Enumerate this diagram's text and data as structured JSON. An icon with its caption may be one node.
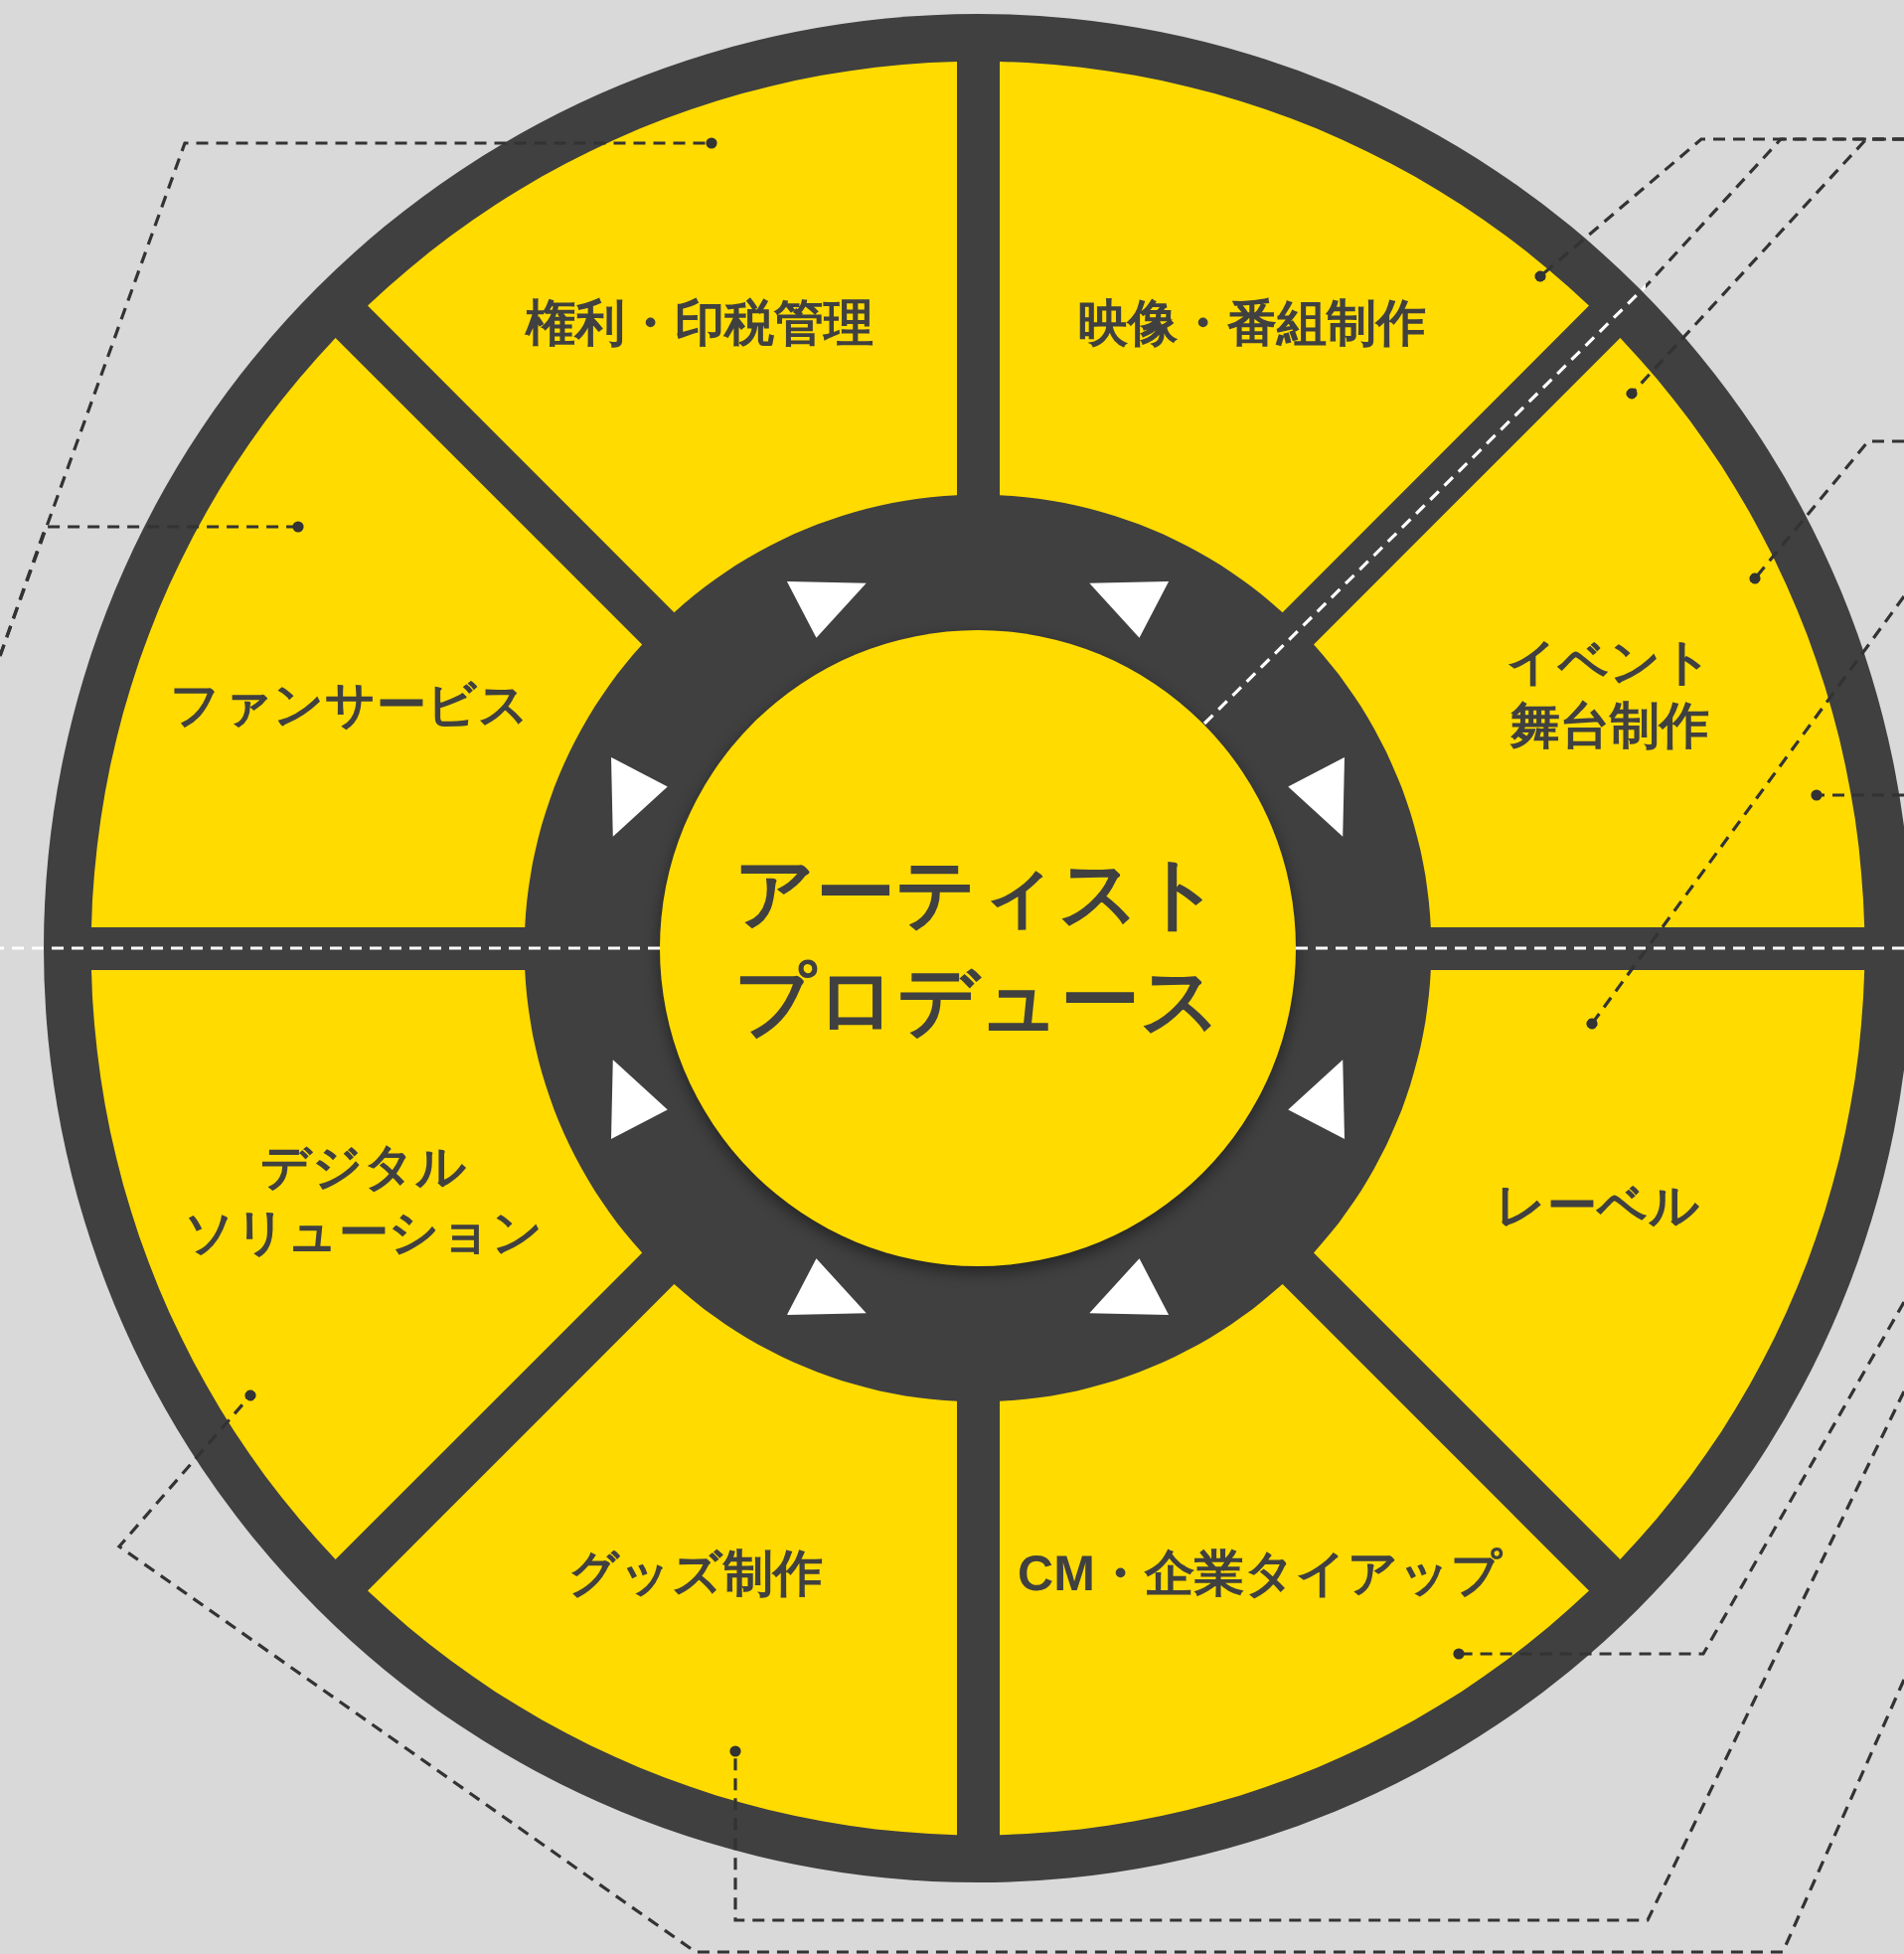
{
  "diagram": {
    "nodes": [
      {
        "text": [
          "アーティストプロデュース"
        ]
      },
      {
        "text": [
          "権利・印税管理"
        ]
      },
      {
        "text": [
          "映像・番組制作"
        ]
      },
      {
        "text": [
          "イベント舞台制作"
        ]
      },
      {
        "text": [
          "レーベル"
        ]
      },
      {
        "text": [
          "CM・企業タイアップ"
        ]
      },
      {
        "text": [
          "グッズ制作"
        ]
      },
      {
        "text": [
          "デジタルソリューション"
        ]
      },
      {
        "text": [
          "ファンサービス"
        ]
      }
    ],
    "edges": [
      {
        "from": null,
        "to": 1,
        "arrow": "other",
        "style": "dashed"
      },
      {
        "from": null,
        "to": 8,
        "arrow": "other",
        "style": "dashed"
      },
      {
        "from": null,
        "to": 2,
        "arrow": "other",
        "style": "dashed"
      },
      {
        "from": null,
        "to": 3,
        "arrow": "other",
        "style": "dashed"
      },
      {
        "from": null,
        "to": 3,
        "arrow": "other",
        "style": "dashed"
      },
      {
        "from": null,
        "to": 3,
        "arrow": "other",
        "style": "dashed"
      },
      {
        "from": null,
        "to": 4,
        "arrow": "other",
        "style": "dashed"
      },
      {
        "from": null,
        "to": 5,
        "arrow": "other",
        "style": "dashed"
      },
      {
        "from": null,
        "to": 6,
        "arrow": "other",
        "style": "dashed"
      },
      {
        "from": null,
        "to": 7,
        "arrow": "other",
        "style": "dashed"
      },
      {
        "from": 0,
        "to": null,
        "arrow": "none",
        "style": "dashed"
      },
      {
        "from": 0,
        "to": null,
        "arrow": "none",
        "style": "dashed",
        "color": "#ffffff"
      },
      {
        "from": 0,
        "to": null,
        "arrow": "none",
        "style": "dashed",
        "color": "#ffffff"
      }
    ]
  }
}
